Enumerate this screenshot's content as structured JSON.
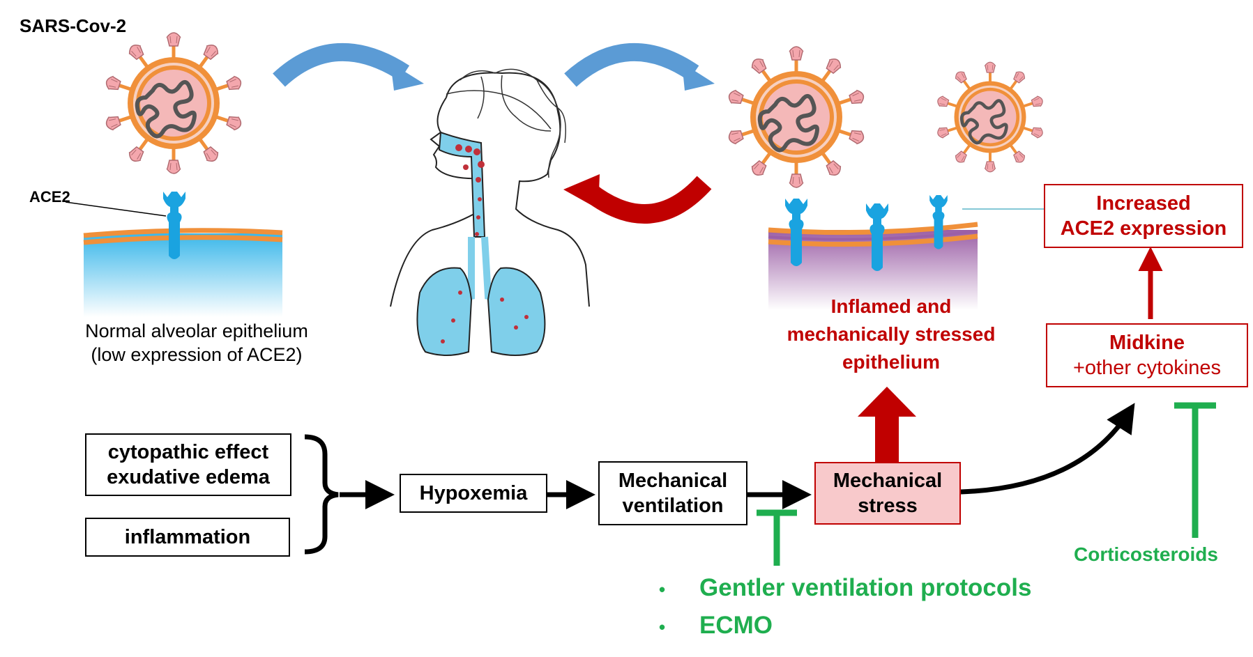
{
  "title": "SARS-Cov-2",
  "labels": {
    "ace2": "ACE2",
    "normal_epithelium": [
      "Normal alveolar epithelium",
      "(low expression of ACE2)"
    ],
    "inflamed_epithelium": [
      "Inflamed and",
      "mechanically stressed",
      "epithelium"
    ]
  },
  "boxes": {
    "cause1": [
      "cytopathic effect",
      "exudative edema"
    ],
    "cause2": "inflammation",
    "hypoxemia": "Hypoxemia",
    "ventilation": [
      "Mechanical",
      "ventilation"
    ],
    "stress": [
      "Mechanical",
      "stress"
    ],
    "midkine": [
      "Midkine",
      "+other cytokines"
    ],
    "ace2_expression": [
      "Increased",
      "ACE2 expression"
    ]
  },
  "interventions": {
    "bullets": [
      "Gentler ventilation protocols",
      "ECMO"
    ],
    "bullet_glyph": "•",
    "corticosteroids": "Corticosteroids"
  },
  "colors": {
    "red": "#c00000",
    "green": "#1fae4f",
    "blue_arrow": "#5b9bd5",
    "stress_fill": "#f8c9cb",
    "virus_body": "#f4b8b8",
    "virus_ring": "#f0903a",
    "receptor": "#1aa3e0"
  },
  "icons": [
    "virus-icon",
    "ace2-receptor-icon",
    "human-airway-icon",
    "lungs-icon"
  ]
}
